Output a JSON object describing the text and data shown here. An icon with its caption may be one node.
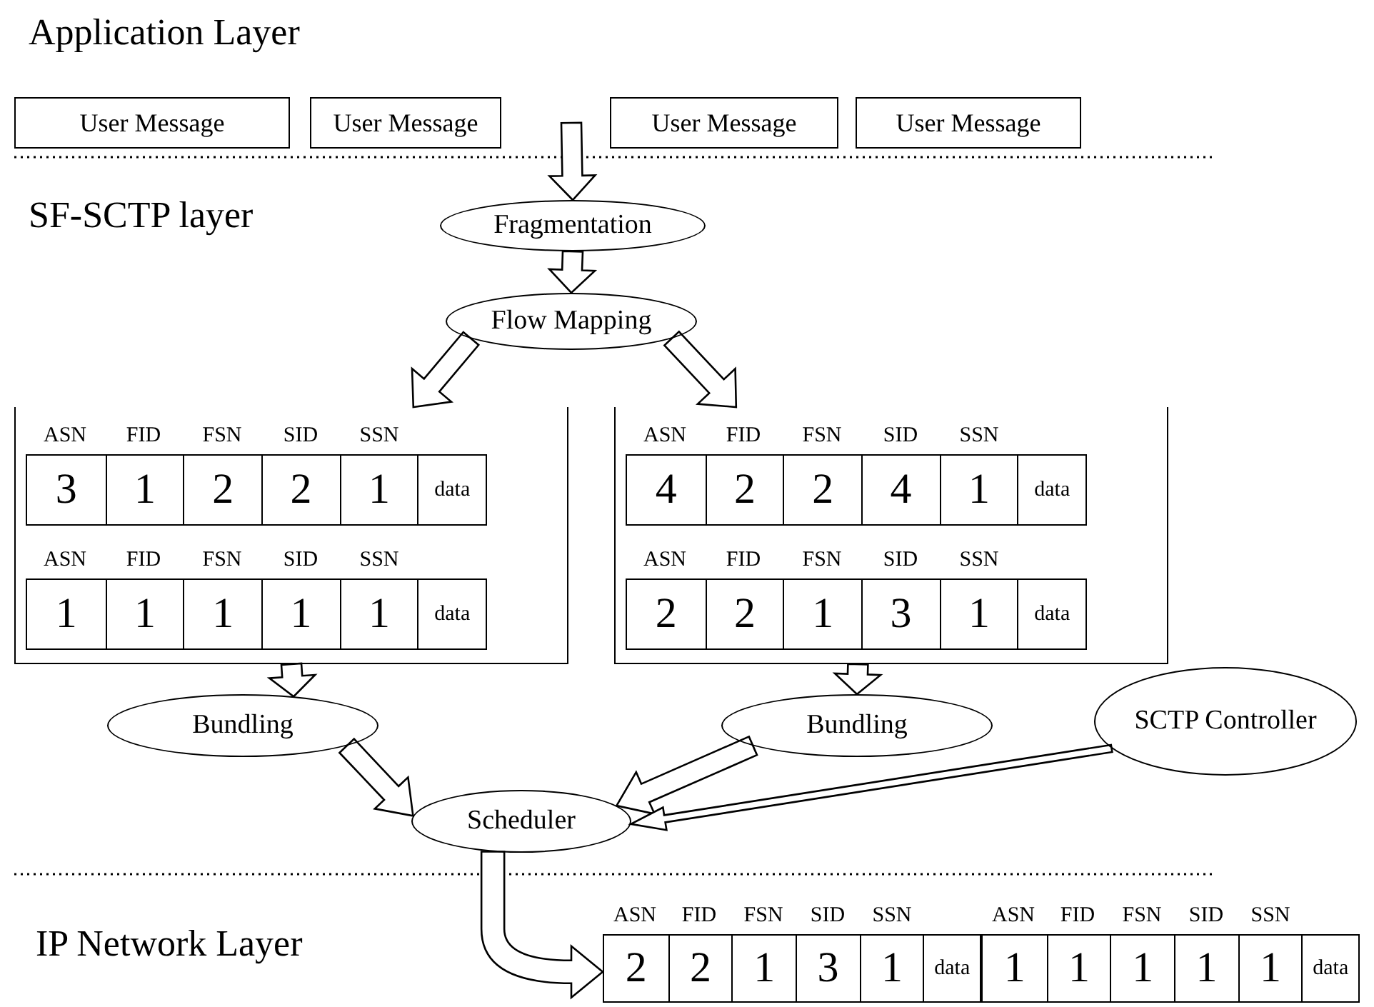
{
  "diagram": {
    "nodes": [
      {
        "text": [
          "User Message"
        ]
      },
      {
        "text": [
          "User Message"
        ]
      },
      {
        "text": [
          "User Message"
        ]
      },
      {
        "text": [
          "User Message"
        ]
      },
      {
        "text": [
          "Fragmentation"
        ]
      },
      {
        "text": [
          "Flow Mapping"
        ]
      },
      {
        "text": [],
        "shape": "box"
      },
      {
        "text": [],
        "shape": "box"
      },
      {
        "text": [
          "3",
          "1",
          "2",
          "2",
          "1",
          "data"
        ],
        "beside": [
          "ASN",
          "FID",
          "FSN",
          "SID",
          "SSN"
        ],
        "in": 6
      },
      {
        "text": [
          "1",
          "1",
          "1",
          "1",
          "1",
          "data"
        ],
        "beside": [
          "ASN",
          "FID",
          "FSN",
          "SID",
          "SSN"
        ],
        "in": 6
      },
      {
        "text": [
          "4",
          "2",
          "2",
          "4",
          "1",
          "data"
        ],
        "beside": [
          "ASN",
          "FID",
          "FSN",
          "SID",
          "SSN"
        ],
        "in": 7
      },
      {
        "text": [
          "2",
          "2",
          "1",
          "3",
          "1",
          "data"
        ],
        "beside": [
          "ASN",
          "FID",
          "FSN",
          "SID",
          "SSN"
        ],
        "in": 7
      },
      {
        "text": [
          "Bundling"
        ]
      },
      {
        "text": [
          "Bundling"
        ]
      },
      {
        "text": [
          "SCTP Controller"
        ]
      },
      {
        "text": [
          "Scheduler"
        ]
      },
      {
        "text": [
          "2",
          "2",
          "1",
          "3",
          "1",
          "data"
        ],
        "beside": [
          "ASN",
          "FID",
          "FSN",
          "SID",
          "SSN"
        ]
      },
      {
        "text": [
          "1",
          "1",
          "1",
          "1",
          "1",
          "data"
        ],
        "beside": [
          "ASN",
          "FID",
          "FSN",
          "SID",
          "SSN"
        ]
      }
    ],
    "edges": [
      {
        "from": null,
        "to": 4,
        "arrow": "to"
      },
      {
        "from": 4,
        "to": 5,
        "arrow": "to"
      },
      {
        "from": 5,
        "to": 6,
        "arrow": "to"
      },
      {
        "from": 5,
        "to": 7,
        "arrow": "to"
      },
      {
        "from": 6,
        "to": 12,
        "arrow": "to"
      },
      {
        "from": 7,
        "to": 13,
        "arrow": "to"
      },
      {
        "from": 12,
        "to": 15,
        "arrow": "to"
      },
      {
        "from": 13,
        "to": 15,
        "arrow": "to"
      },
      {
        "from": 14,
        "to": 15,
        "arrow": "to"
      },
      {
        "from": 15,
        "to": 16,
        "arrow": "to"
      }
    ],
    "labels": [
      "Application Layer",
      "SF-SCTP layer",
      "IP Network Layer"
    ]
  }
}
